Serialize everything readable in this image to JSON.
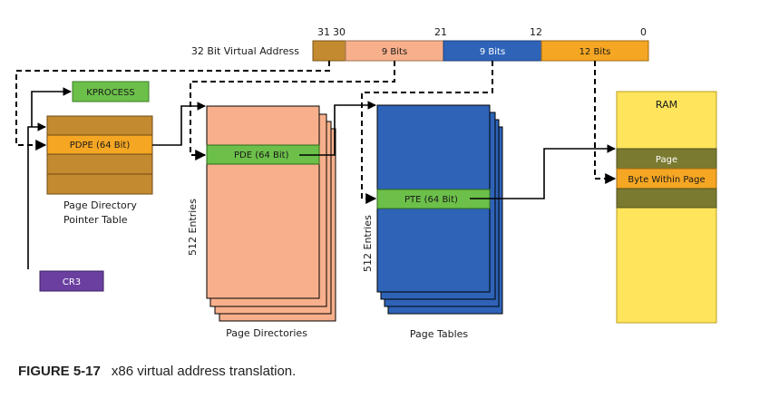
{
  "virtual_address": {
    "label": "32 Bit Virtual Address",
    "bit_numbers": {
      "b31": "31",
      "b30": "30",
      "b21": "21",
      "b12": "12",
      "b0": "0"
    },
    "fields": {
      "dir_ptr": "",
      "dir": "9 Bits",
      "table": "9 Bits",
      "offset": "12 Bits"
    }
  },
  "kprocess": "KPROCESS",
  "cr3": "CR3",
  "pdpt": {
    "entry": "PDPE (64 Bit)",
    "title_line1": "Page Directory",
    "title_line2": "Pointer Table"
  },
  "page_directories": {
    "entry": "PDE (64 Bit)",
    "entries": "512 Entries",
    "title": "Page Directories"
  },
  "page_tables": {
    "entry": "PTE (64 Bit)",
    "entries": "512 Entries",
    "title": "Page Tables"
  },
  "ram": {
    "title": "RAM",
    "page": "Page",
    "byte": "Byte Within Page"
  },
  "caption": {
    "figure": "FIGURE 5-17",
    "text": "x86 virtual address translation."
  },
  "colors": {
    "brown": "#C48A30",
    "salmon": "#F8B08C",
    "blue": "#2E63B8",
    "orange": "#F5A623",
    "green": "#6CC04A",
    "purple": "#6A3FA0",
    "yellow": "#FFE45C",
    "olive": "#7A7A30"
  }
}
